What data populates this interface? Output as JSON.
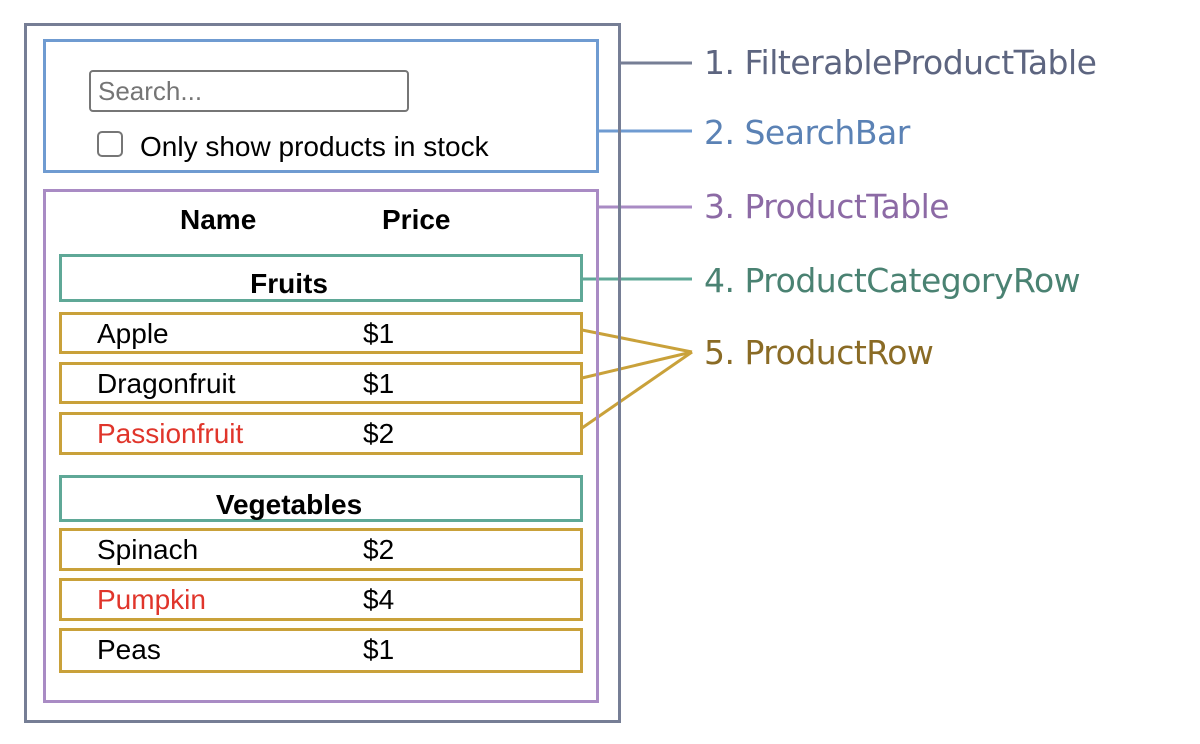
{
  "colors": {
    "filterable_product_table": "#767e95",
    "search_bar": "#6f9bd1",
    "product_table": "#a98bc4",
    "product_category_row": "#5fa897",
    "product_row": "#c9a13a",
    "out_of_stock_text": "#e0352b"
  },
  "search_bar": {
    "placeholder": "Search...",
    "checkbox_label": "Only show products in stock",
    "checkbox_checked": false
  },
  "table": {
    "headers": [
      "Name",
      "Price"
    ],
    "categories": [
      {
        "name": "Fruits",
        "rows": [
          {
            "name": "Apple",
            "price": "$1",
            "stocked": true
          },
          {
            "name": "Dragonfruit",
            "price": "$1",
            "stocked": true
          },
          {
            "name": "Passionfruit",
            "price": "$2",
            "stocked": false
          }
        ]
      },
      {
        "name": "Vegetables",
        "rows": [
          {
            "name": "Spinach",
            "price": "$2",
            "stocked": true
          },
          {
            "name": "Pumpkin",
            "price": "$4",
            "stocked": false
          },
          {
            "name": "Peas",
            "price": "$1",
            "stocked": true
          }
        ]
      }
    ]
  },
  "labels": [
    {
      "text": "1. FilterableProductTable",
      "color": "#5d6580"
    },
    {
      "text": "2. SearchBar",
      "color": "#5b82b5"
    },
    {
      "text": "3. ProductTable",
      "color": "#8c6aa5"
    },
    {
      "text": "4. ProductCategoryRow",
      "color": "#4a8272"
    },
    {
      "text": "5. ProductRow",
      "color": "#8a6b25"
    }
  ]
}
